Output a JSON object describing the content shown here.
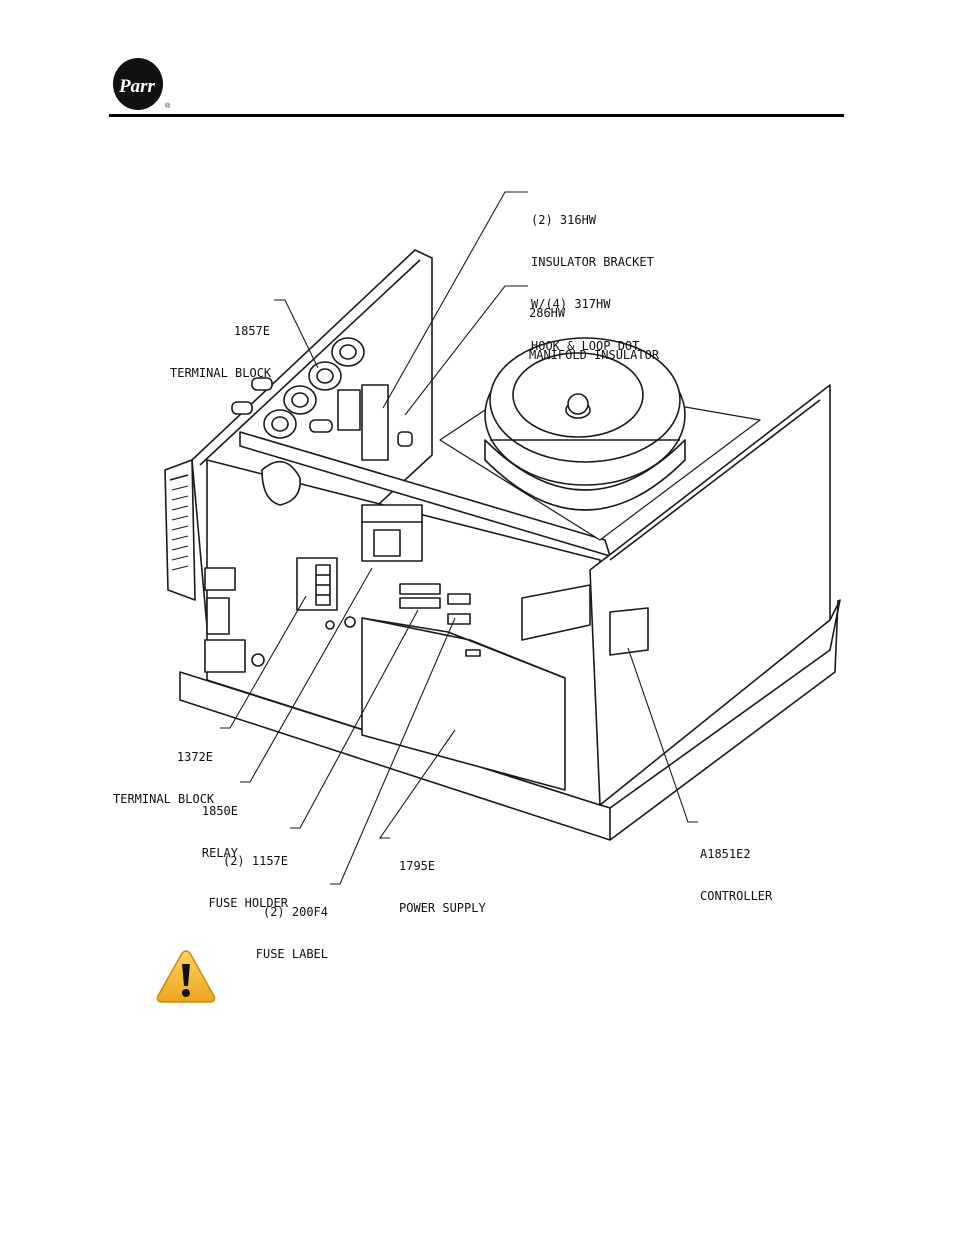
{
  "header": {
    "logo_text": "Parr",
    "logo_mark": "®"
  },
  "callouts": {
    "insulator_bracket": [
      "(2) 316HW",
      "INSULATOR BRACKET",
      "W/(4) 317HW",
      "HOOK & LOOP DOT"
    ],
    "manifold_insulator": [
      "286HW",
      "MANIFOLD INSULATOR"
    ],
    "terminal_block_top": [
      "1857E",
      "TERMINAL BLOCK"
    ],
    "terminal_block_bottom": [
      "1372E",
      "TERMINAL BLOCK"
    ],
    "relay": [
      "1850E",
      "RELAY"
    ],
    "fuse_holder": [
      "(2) 1157E",
      "FUSE HOLDER"
    ],
    "power_supply": [
      "1795E",
      "POWER SUPPLY"
    ],
    "fuse_label": [
      "(2) 200F4",
      "FUSE LABEL"
    ],
    "controller": [
      "A1851E2",
      "CONTROLLER"
    ]
  },
  "icons": {
    "logo": "parr-logo",
    "warning": "warning-icon"
  },
  "colors": {
    "warning_fill": "#f2b632",
    "warning_stroke": "#c98a12",
    "line": "#1a1a1a"
  }
}
